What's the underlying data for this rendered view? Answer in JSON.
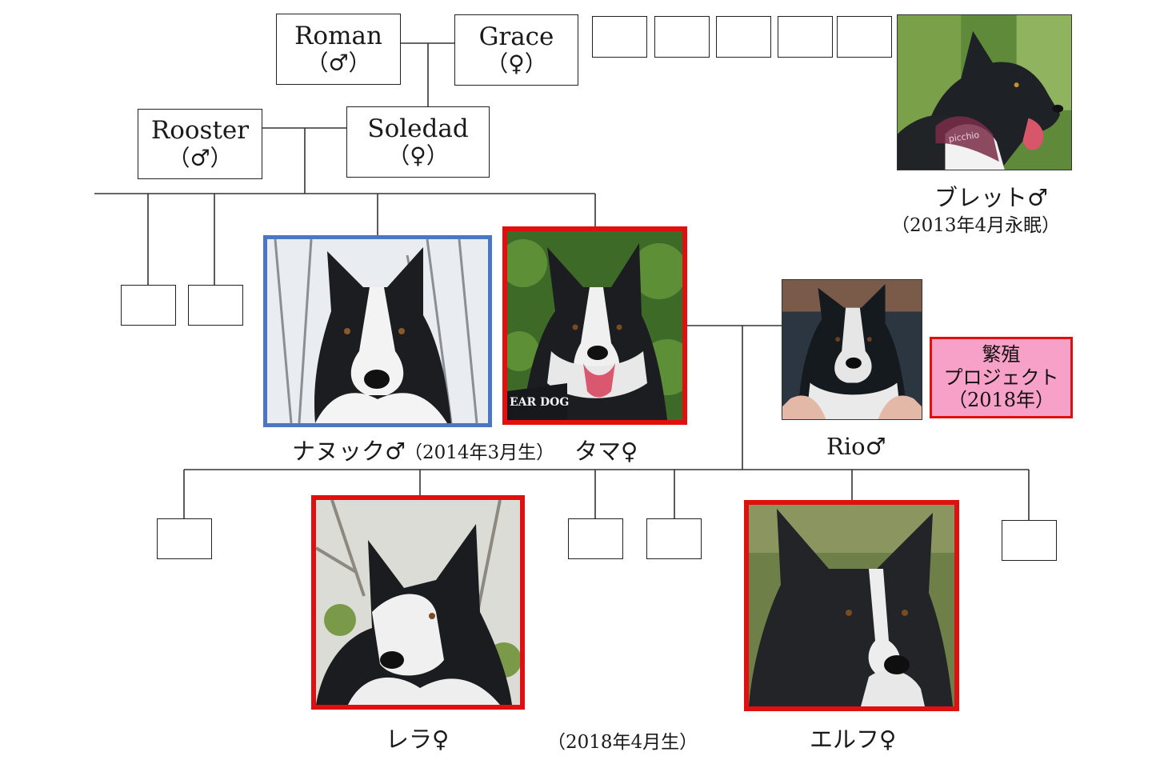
{
  "ancestors": [
    {
      "name": "Roman",
      "sex": "（♂）"
    },
    {
      "name": "Grace",
      "sex": "（♀）"
    },
    {
      "name": "Rooster",
      "sex": "（♂）"
    },
    {
      "name": "Soledad",
      "sex": "（♀）"
    }
  ],
  "bullet": {
    "name": "ブレット♂",
    "note": "（2013年4月永眠）",
    "collar_text": "picchio"
  },
  "nanuk": {
    "name": "ナヌック♂"
  },
  "litter2014": {
    "born": "（2014年3月生）"
  },
  "tama": {
    "name": "タマ♀",
    "vest_text": "EAR DOG"
  },
  "rio": {
    "name": "Rio♂"
  },
  "project": {
    "line1": "繁殖",
    "line2": "プロジェクト",
    "line3": "（2018年）"
  },
  "rera": {
    "name": "レラ♀"
  },
  "litter2018": {
    "born": "（2018年4月生）"
  },
  "elf": {
    "name": "エルフ♀"
  },
  "colors": {
    "highlight_red": "#e01010",
    "highlight_blue": "#4a76c4",
    "project_pink": "#f7a0c8"
  }
}
